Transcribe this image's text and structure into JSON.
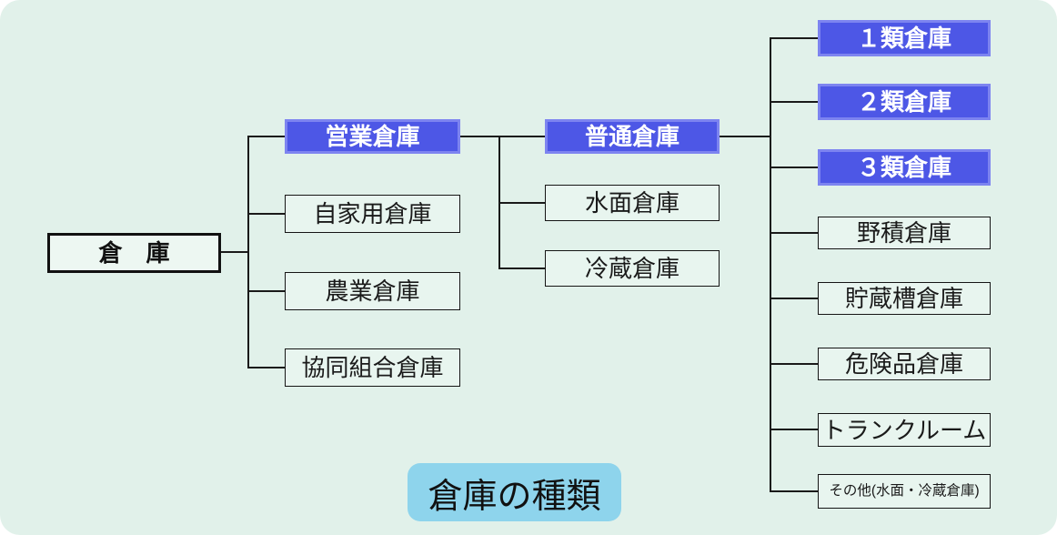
{
  "diagram": {
    "title_badge": "倉庫の種類",
    "root": {
      "label": "倉　庫"
    },
    "level1": {
      "eigyo": {
        "label": "営業倉庫",
        "highlighted": true
      },
      "jikayo": {
        "label": "自家用倉庫",
        "highlighted": false
      },
      "nogyo": {
        "label": "農業倉庫",
        "highlighted": false
      },
      "kyodo": {
        "label": "協同組合倉庫",
        "highlighted": false
      }
    },
    "level2": {
      "futsu": {
        "label": "普通倉庫",
        "highlighted": true
      },
      "suimen": {
        "label": "水面倉庫",
        "highlighted": false
      },
      "reizo": {
        "label": "冷蔵倉庫",
        "highlighted": false
      }
    },
    "level3": {
      "rui1": {
        "label": "１類倉庫",
        "highlighted": true
      },
      "rui2": {
        "label": "２類倉庫",
        "highlighted": true
      },
      "rui3": {
        "label": "３類倉庫",
        "highlighted": true
      },
      "nozumi": {
        "label": "野積倉庫",
        "highlighted": false
      },
      "chozoso": {
        "label": "貯蔵槽倉庫",
        "highlighted": false
      },
      "kikenhin": {
        "label": "危険品倉庫",
        "highlighted": false
      },
      "trunk_room": {
        "label": "トランクルーム",
        "highlighted": false
      },
      "sonota": {
        "label": "その他(水面・冷蔵倉庫)",
        "highlighted": false
      }
    },
    "colors": {
      "background": "#e1f1ea",
      "highlight_box_fill": "#4d57e6",
      "highlight_box_border": "#7d84f0",
      "highlight_text": "#ffffff",
      "plain_box_border": "#151515",
      "plain_text": "#1a1a1a",
      "title_badge_bg": "#8ed4ec",
      "connector": "#1a1a1a"
    }
  }
}
